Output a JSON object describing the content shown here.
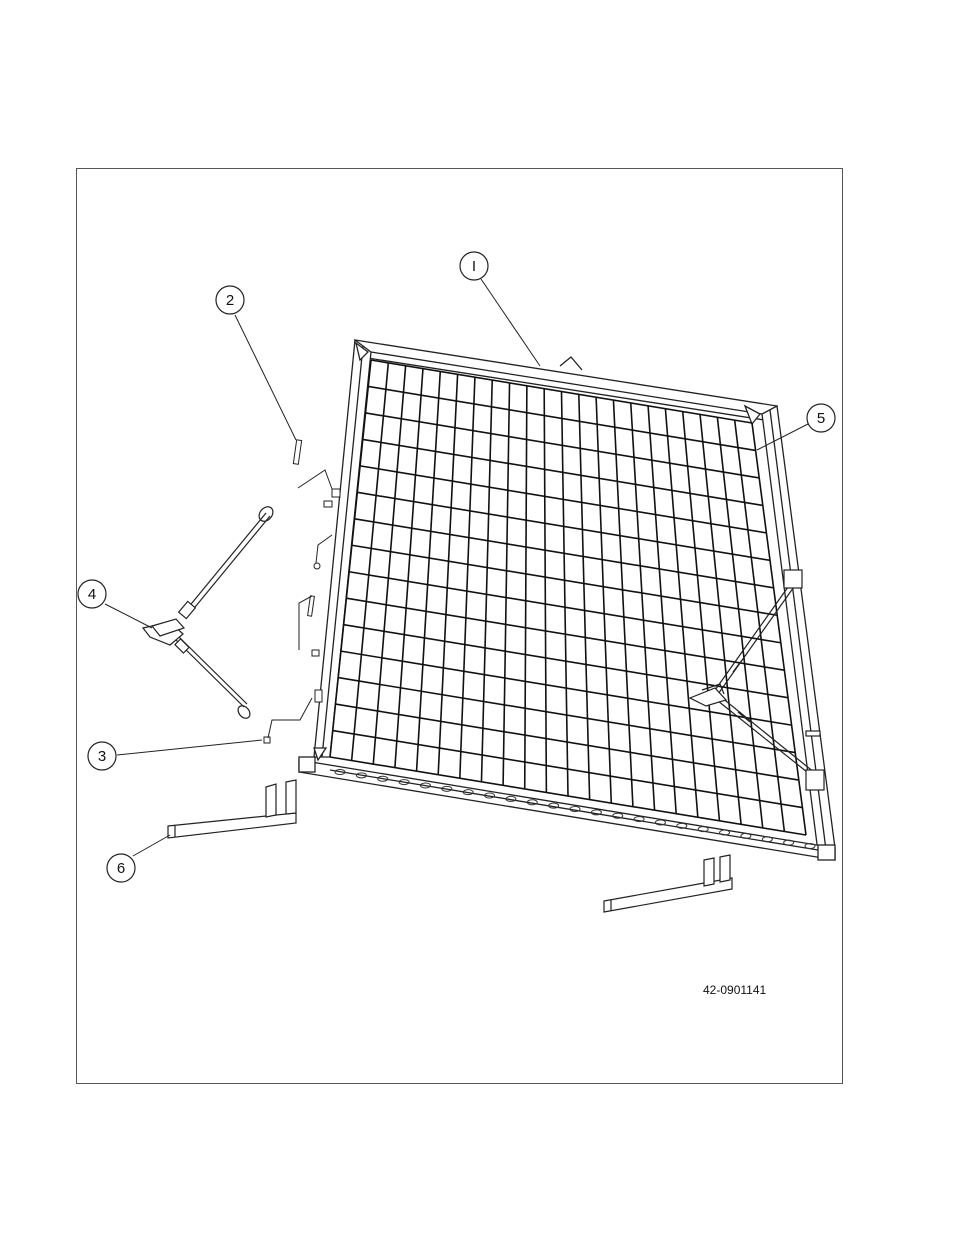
{
  "callouts": [
    {
      "id": "1",
      "label": "I"
    },
    {
      "id": "2",
      "label": "2"
    },
    {
      "id": "3",
      "label": "3"
    },
    {
      "id": "4",
      "label": "4"
    },
    {
      "id": "5",
      "label": "5"
    },
    {
      "id": "6",
      "label": "6"
    }
  ],
  "drawing_number": "42-0901141"
}
